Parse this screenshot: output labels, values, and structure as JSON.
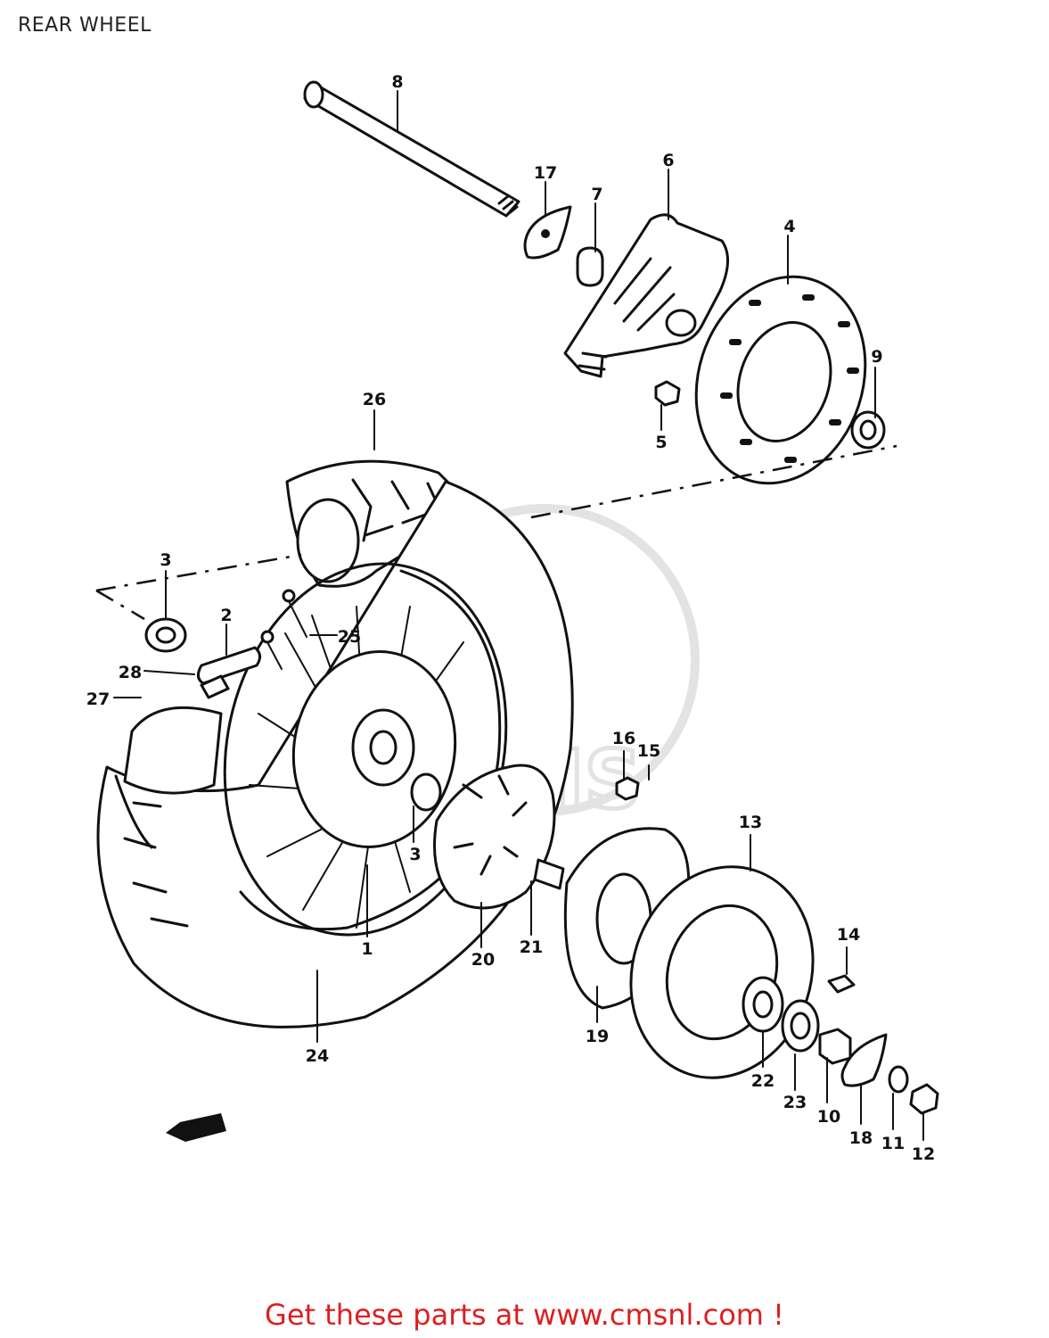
{
  "title": "REAR WHEEL",
  "footer": "Get these parts at www.cmsnl.com !",
  "callouts": {
    "c1": "1",
    "c2": "2",
    "c3a": "3",
    "c3b": "3",
    "c4": "4",
    "c5": "5",
    "c6": "6",
    "c7": "7",
    "c8": "8",
    "c9": "9",
    "c10": "10",
    "c11": "11",
    "c12": "12",
    "c13": "13",
    "c14": "14",
    "c15": "15",
    "c16": "16",
    "c17": "17",
    "c18": "18",
    "c19": "19",
    "c20": "20",
    "c21": "21",
    "c22": "22",
    "c23": "23",
    "c24": "24",
    "c25": "25",
    "c26": "26",
    "c27": "27",
    "c28": "28"
  },
  "colors": {
    "link": "#dd1f1f",
    "line": "#111111"
  }
}
